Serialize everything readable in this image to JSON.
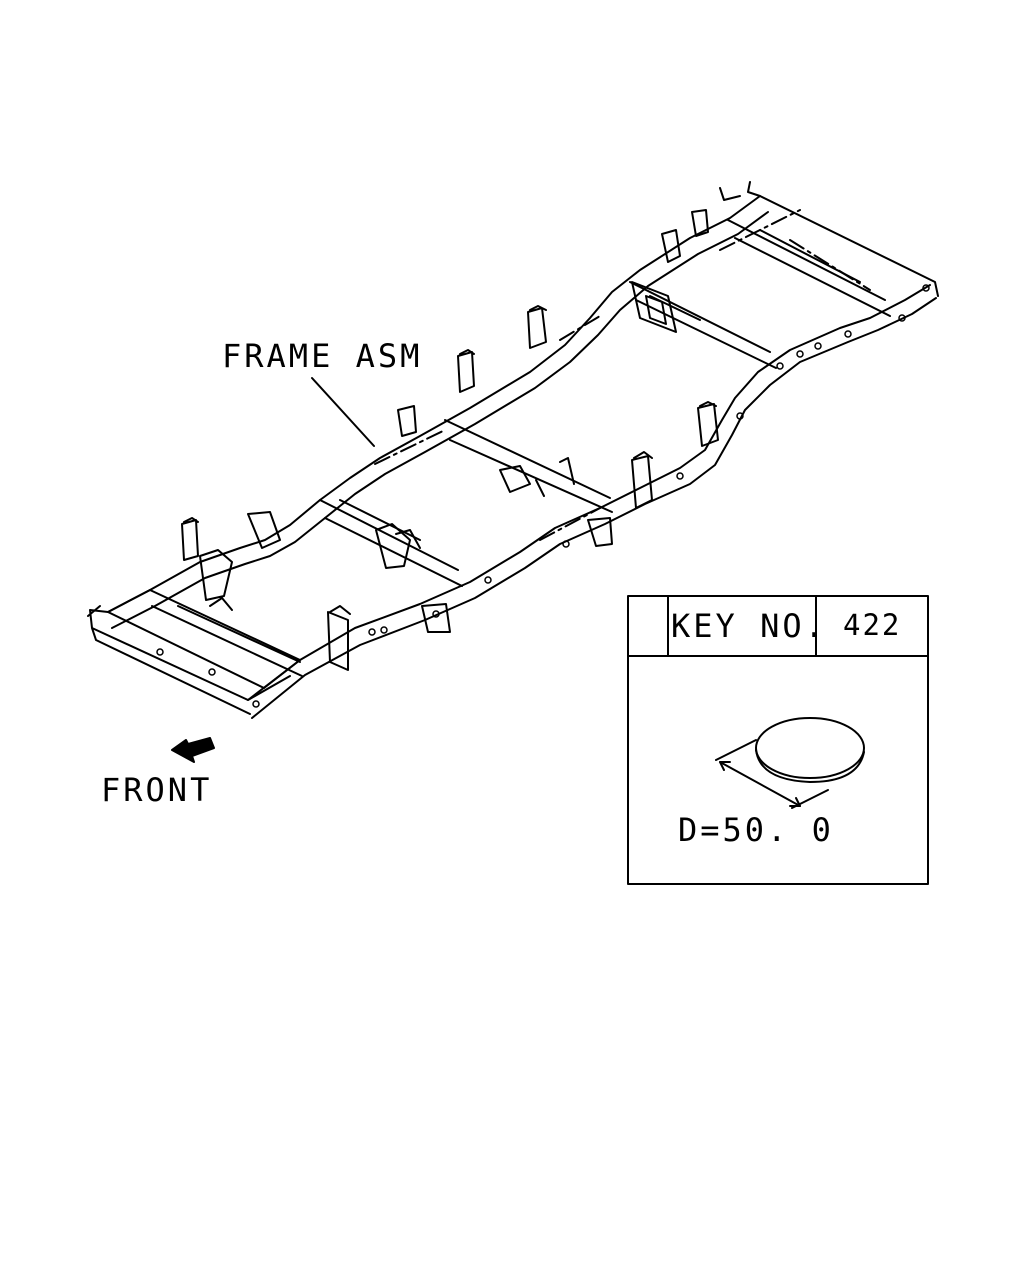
{
  "diagram": {
    "part_label": "FRAME ASM",
    "direction_label": "FRONT",
    "direction_icon": "front-arrow-icon",
    "key_table": {
      "key_label": "KEY NO.",
      "key_value": "422",
      "part_icon": "circular-plug-icon",
      "dimension_label": "D=50. 0"
    }
  }
}
